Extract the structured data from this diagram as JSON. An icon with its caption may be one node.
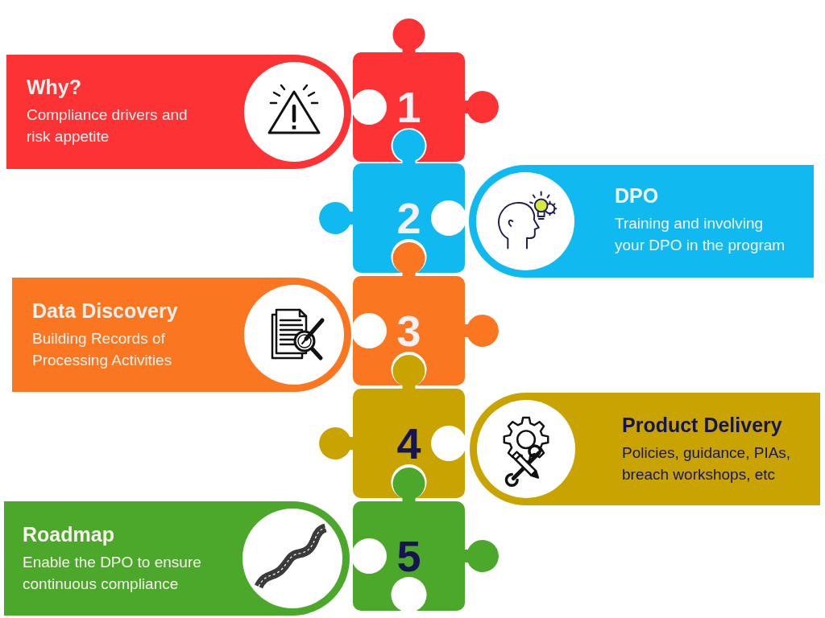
{
  "diagram": {
    "nodes": [
      {
        "text": [
          "Why?",
          "Compliance drivers and risk appetite"
        ]
      },
      {
        "text": [
          "1"
        ]
      },
      {
        "text": [
          "2"
        ]
      },
      {
        "text": [
          "DPO",
          "Training and involving your DPO in the program"
        ]
      },
      {
        "text": [
          "Data Discovery",
          "Building Records of Processing Activities"
        ]
      },
      {
        "text": [
          "3"
        ]
      },
      {
        "text": [
          "4"
        ]
      },
      {
        "text": [
          "Product Delivery",
          "Policies, guidance, PIAs, breach workshops, etc"
        ]
      },
      {
        "text": [
          "Roadmap",
          "Enable the DPO to ensure continuous compliance"
        ]
      },
      {
        "text": [
          "5"
        ]
      }
    ]
  }
}
